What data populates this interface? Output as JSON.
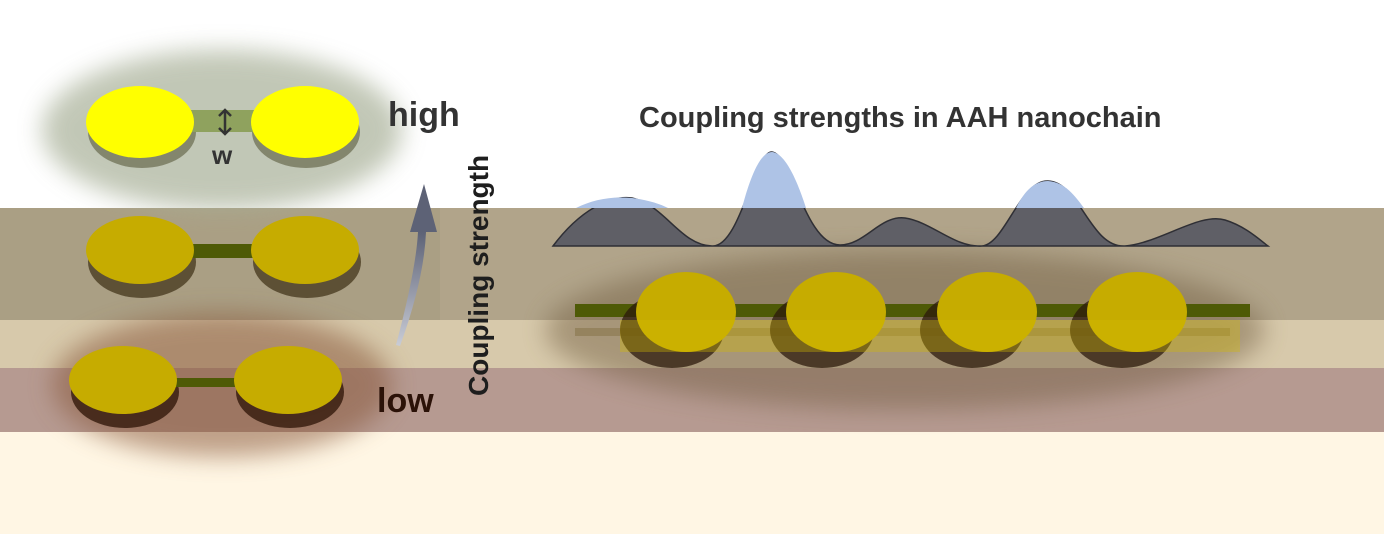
{
  "labels": {
    "high": "high",
    "low": "low",
    "gap": "w",
    "axis": "Coupling strength"
  },
  "title": "Coupling strengths in AAH nanochain",
  "colors": {
    "disk_bright": "#ffff00",
    "disk_dim": "#c6ac00",
    "bridge": "#4e5a06",
    "curve_fill": "#5f5f66",
    "peak_fill": "#aec3e6"
  },
  "icons": {
    "gap_marker": "double-arrow-icon",
    "trend_arrow": "up-arrow-icon"
  }
}
